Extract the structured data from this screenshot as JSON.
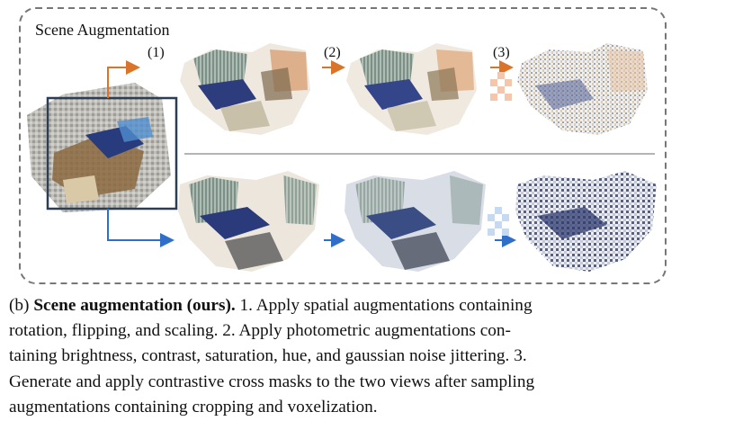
{
  "panel": {
    "title": "Scene Augmentation",
    "step_labels": [
      "(1)",
      "(2)",
      "(3)"
    ],
    "arrow_colors": {
      "top_branch": "#d9742a",
      "bottom_branch": "#2f6fca"
    },
    "icons": [
      "cross-mask-icon-orange",
      "cross-mask-icon-blue"
    ]
  },
  "caption": {
    "label": "(b)",
    "bold_title": "Scene augmentation (ours).",
    "lines": [
      " 1.  Apply spatial augmentations containing",
      "rotation, flipping, and scaling.  2.  Apply photometric augmentations con-",
      "taining brightness, contrast, saturation, hue, and gaussian noise jittering.  3.",
      "Generate and apply contrastive cross masks to the two views after sampling",
      "augmentations containing cropping and voxelization."
    ]
  }
}
